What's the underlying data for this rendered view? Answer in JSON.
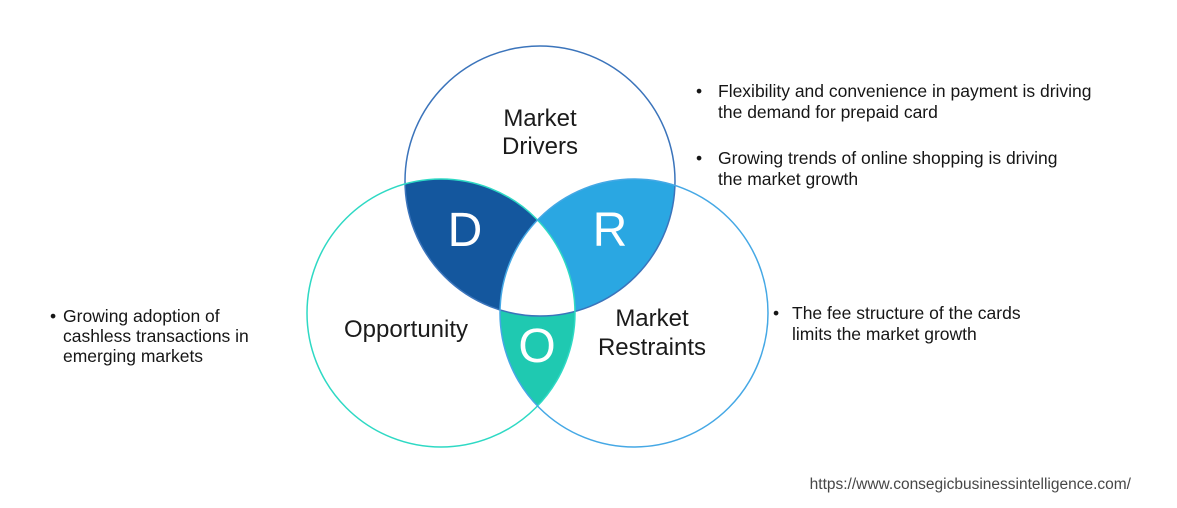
{
  "ui": {
    "bullet_char": "•",
    "background": "#ffffff",
    "text_color": "#161616",
    "letter_color": "#ffffff",
    "url_color": "#474747"
  },
  "diagram": {
    "center_color": "#ffffff",
    "drivers": {
      "lines": [
        "Market",
        "Drivers"
      ],
      "letter": "D",
      "outline_color": "#3B74BB",
      "overlap_color": "#14579E"
    },
    "opportunity": {
      "lines": [
        "Opportunity"
      ],
      "letter": "O",
      "outline_color": "#2ED9C4",
      "overlap_color": "#1FC9B1"
    },
    "restraints": {
      "lines": [
        "Market",
        "Restraints"
      ],
      "letter": "R",
      "outline_color": "#45A8E5",
      "overlap_color": "#2AA7E2"
    }
  },
  "annotations": {
    "drivers_points": [
      {
        "lines": [
          "Flexibility and convenience in payment is driving",
          "the demand for prepaid card"
        ]
      },
      {
        "lines": [
          "Growing trends of online shopping is driving",
          "the market growth"
        ]
      }
    ],
    "opportunity_point": {
      "lines": [
        "Growing adoption of",
        "cashless transactions in",
        "emerging markets"
      ]
    },
    "restraints_point": {
      "lines": [
        "The fee structure of the cards",
        "limits the market growth"
      ]
    }
  },
  "footer": {
    "url": "https://www.consegicbusinessintelligence.com/"
  }
}
